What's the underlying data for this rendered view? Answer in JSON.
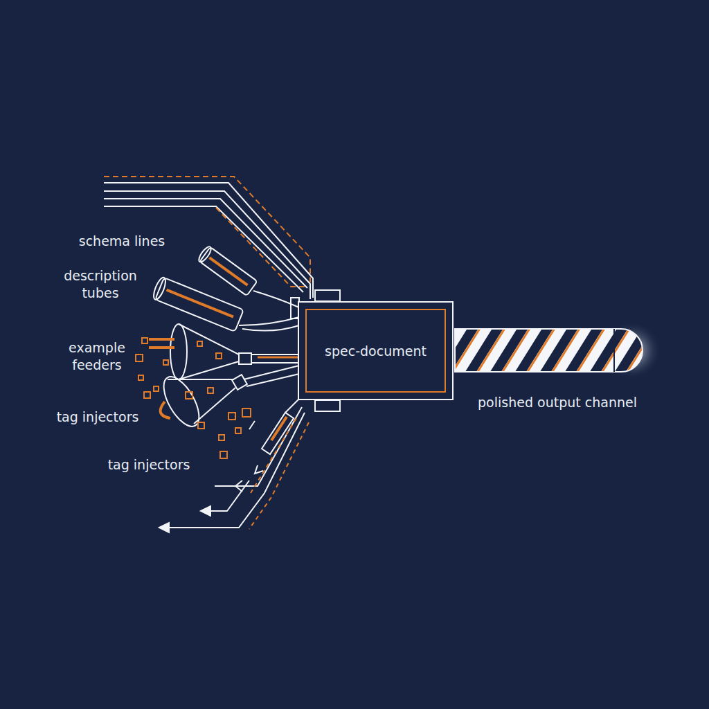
{
  "diagram": {
    "nodes": [
      {
        "text": [
          "spec-document"
        ]
      },
      {
        "text": [
          "polished output channel"
        ]
      }
    ],
    "labels": [
      "schema lines",
      "description tubes",
      "example feeders",
      "tag injectors",
      "tag injectors"
    ]
  }
}
